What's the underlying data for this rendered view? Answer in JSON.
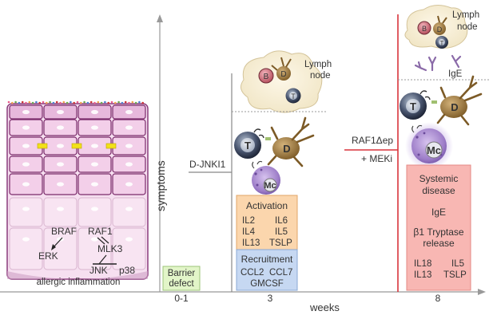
{
  "axis": {
    "y_label": "symptoms",
    "x_label": "weeks",
    "ticks": [
      "0-1",
      "3",
      "8"
    ]
  },
  "tissue": {
    "caption": "allergic inflammation",
    "pathway": [
      "BRAF",
      "RAF1",
      "ERK",
      "MLK3",
      "JNK",
      "p38"
    ]
  },
  "stage1": {
    "box_lines": [
      "Barrier",
      "defect"
    ]
  },
  "stage2": {
    "treatment": "D-JNKI1",
    "lymph_node_lines": [
      "Lymph",
      "node"
    ],
    "cells": {
      "b": "B",
      "d": "D",
      "t": "T",
      "mc": "Mc"
    },
    "activation": {
      "title": "Activation",
      "rows": [
        [
          "IL2",
          "IL6"
        ],
        [
          "IL4",
          "IL5"
        ],
        [
          "IL13",
          "TSLP"
        ]
      ]
    },
    "recruitment": {
      "title": "Recruitment",
      "rows": [
        [
          "CCL2",
          "CCL7"
        ]
      ],
      "extra": "GMCSF"
    }
  },
  "stage3": {
    "treatment_1": "RAF1Δep",
    "treatment_2": "+ MEKi",
    "lymph_node_lines": [
      "Lymph",
      "node"
    ],
    "ige_node": "IgE",
    "cells": {
      "b": "B",
      "d": "D",
      "t": "T",
      "mc": "Mc"
    },
    "systemic": {
      "title_lines": [
        "Systemic",
        "disease"
      ],
      "ige": "IgE",
      "tryptase_lines": [
        "β1 Tryptase",
        "release"
      ],
      "rows": [
        [
          "IL18",
          "IL5"
        ],
        [
          "IL13",
          "TSLP"
        ]
      ]
    }
  },
  "colors": {
    "tissue_pink": "#f6dff0",
    "tissue_border": "#7a2a6a",
    "barrier_green": "#e2f5c8",
    "activation_orange": "#fbd6ad",
    "recruitment_blue": "#c6d8f2",
    "systemic_red": "#f8b7b3",
    "red_line": "#d9343b"
  }
}
